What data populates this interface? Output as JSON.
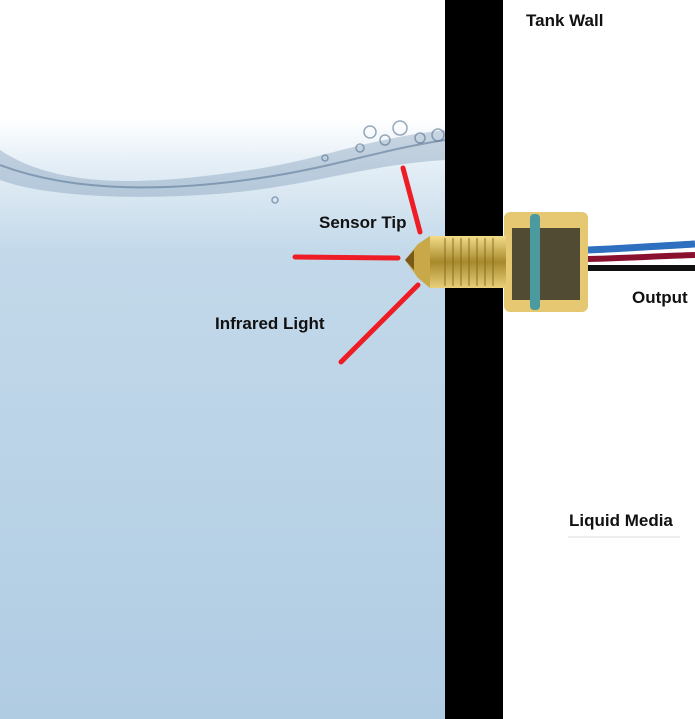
{
  "labels": {
    "tank_wall": "Tank Wall",
    "sensor_tip": "Sensor Tip",
    "infrared_light": "Infrared Light",
    "output": "Output",
    "liquid_media": "Liquid Media"
  },
  "colors": {
    "water": "#b3cfe4",
    "wall": "#000000",
    "infrared_rays": "#ee1c25",
    "sensor_body": "#d9b548",
    "wire_blue": "#2f6fc0",
    "wire_red": "#8a1030",
    "wire_black": "#111111"
  }
}
